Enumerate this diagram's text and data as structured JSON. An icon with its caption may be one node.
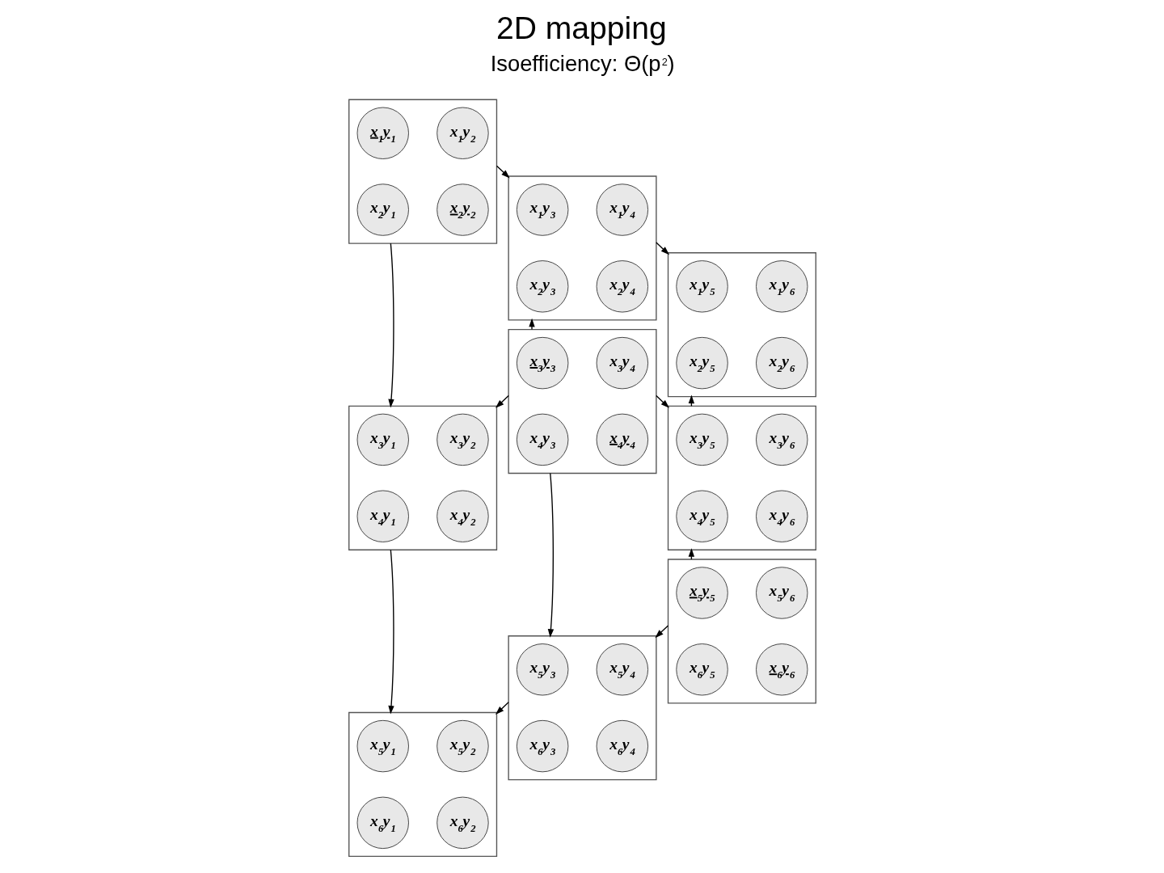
{
  "diagram": {
    "title": "2D mapping",
    "nodes": [
      {
        "text": [],
        "shape": "box"
      },
      {
        "text": [
          "x$_{1}$y$_{1}$"
        ],
        "in": 0
      },
      {
        "text": [
          "x$_{1}$y$_{2}$"
        ],
        "in": 0
      },
      {
        "text": [
          "x$_{2}$y$_{1}$"
        ],
        "in": 0
      },
      {
        "text": [
          "x$_{2}$y$_{2}$"
        ],
        "in": 0
      },
      {
        "text": [],
        "shape": "box"
      },
      {
        "text": [
          "x$_{1}$y$_{3}$"
        ],
        "in": 5
      },
      {
        "text": [
          "x$_{1}$y$_{4}$"
        ],
        "in": 5
      },
      {
        "text": [
          "x$_{2}$y$_{3}$"
        ],
        "in": 5
      },
      {
        "text": [
          "x$_{2}$y$_{4}$"
        ],
        "in": 5
      },
      {
        "text": [],
        "shape": "box"
      },
      {
        "text": [
          "x$_{1}$y$_{5}$"
        ],
        "in": 10
      },
      {
        "text": [
          "x$_{1}$y$_{6}$"
        ],
        "in": 10
      },
      {
        "text": [
          "x$_{2}$y$_{5}$"
        ],
        "in": 10
      },
      {
        "text": [
          "x$_{2}$y$_{6}$"
        ],
        "in": 10
      },
      {
        "text": [],
        "shape": "box"
      },
      {
        "text": [
          "x$_{3}$y$_{1}$"
        ],
        "in": 15
      },
      {
        "text": [
          "x$_{3}$y$_{2}$"
        ],
        "in": 15
      },
      {
        "text": [
          "x$_{4}$y$_{1}$"
        ],
        "in": 15
      },
      {
        "text": [
          "x$_{4}$y$_{2}$"
        ],
        "in": 15
      },
      {
        "text": [],
        "shape": "box"
      },
      {
        "text": [
          "x$_{3}$y$_{3}$"
        ],
        "in": 20
      },
      {
        "text": [
          "x$_{3}$y$_{4}$"
        ],
        "in": 20
      },
      {
        "text": [
          "x$_{4}$y$_{3}$"
        ],
        "in": 20
      },
      {
        "text": [
          "x$_{4}$y$_{4}$"
        ],
        "in": 20
      },
      {
        "text": [],
        "shape": "box"
      },
      {
        "text": [
          "x$_{3}$y$_{5}$"
        ],
        "in": 25
      },
      {
        "text": [
          "x$_{3}$y$_{6}$"
        ],
        "in": 25
      },
      {
        "text": [
          "x$_{4}$y$_{5}$"
        ],
        "in": 25
      },
      {
        "text": [
          "x$_{4}$y$_{6}$"
        ],
        "in": 25
      },
      {
        "text": [],
        "shape": "box"
      },
      {
        "text": [
          "x$_{5}$y$_{1}$"
        ],
        "in": 30
      },
      {
        "text": [
          "x$_{5}$y$_{2}$"
        ],
        "in": 30
      },
      {
        "text": [
          "x$_{6}$y$_{1}$"
        ],
        "in": 30
      },
      {
        "text": [
          "x$_{6}$y$_{2}$"
        ],
        "in": 30
      },
      {
        "text": [],
        "shape": "box"
      },
      {
        "text": [
          "x$_{5}$y$_{3}$"
        ],
        "in": 35
      },
      {
        "text": [
          "x$_{5}$y$_{4}$"
        ],
        "in": 35
      },
      {
        "text": [
          "x$_{6}$y$_{3}$"
        ],
        "in": 35
      },
      {
        "text": [
          "x$_{6}$y$_{4}$"
        ],
        "in": 35
      },
      {
        "text": [],
        "shape": "box"
      },
      {
        "text": [
          "x$_{5}$y$_{5}$"
        ],
        "in": 40
      },
      {
        "text": [
          "x$_{5}$y$_{6}$"
        ],
        "in": 40
      },
      {
        "text": [
          "x$_{6}$y$_{5}$"
        ],
        "in": 40
      },
      {
        "text": [
          "x$_{6}$y$_{6}$"
        ],
        "in": 40
      }
    ],
    "edges": [
      {
        "from": 0,
        "to": 5,
        "arrow": "to"
      },
      {
        "from": 5,
        "to": 10,
        "arrow": "to"
      },
      {
        "from": 0,
        "to": 15,
        "arrow": "to"
      },
      {
        "from": 20,
        "to": 5,
        "arrow": "to"
      },
      {
        "from": 25,
        "to": 10,
        "arrow": "to"
      },
      {
        "from": 20,
        "to": 15,
        "arrow": "to"
      },
      {
        "from": 20,
        "to": 25,
        "arrow": "to"
      },
      {
        "from": 15,
        "to": 30,
        "arrow": "to"
      },
      {
        "from": 20,
        "to": 35,
        "arrow": "to"
      },
      {
        "from": 40,
        "to": 25,
        "arrow": "to"
      },
      {
        "from": 35,
        "to": 30,
        "arrow": "to"
      },
      {
        "from": 40,
        "to": 35,
        "arrow": "to"
      }
    ],
    "labels": [
      "Isoefficiency: Θ(p$^{2}$)"
    ]
  }
}
